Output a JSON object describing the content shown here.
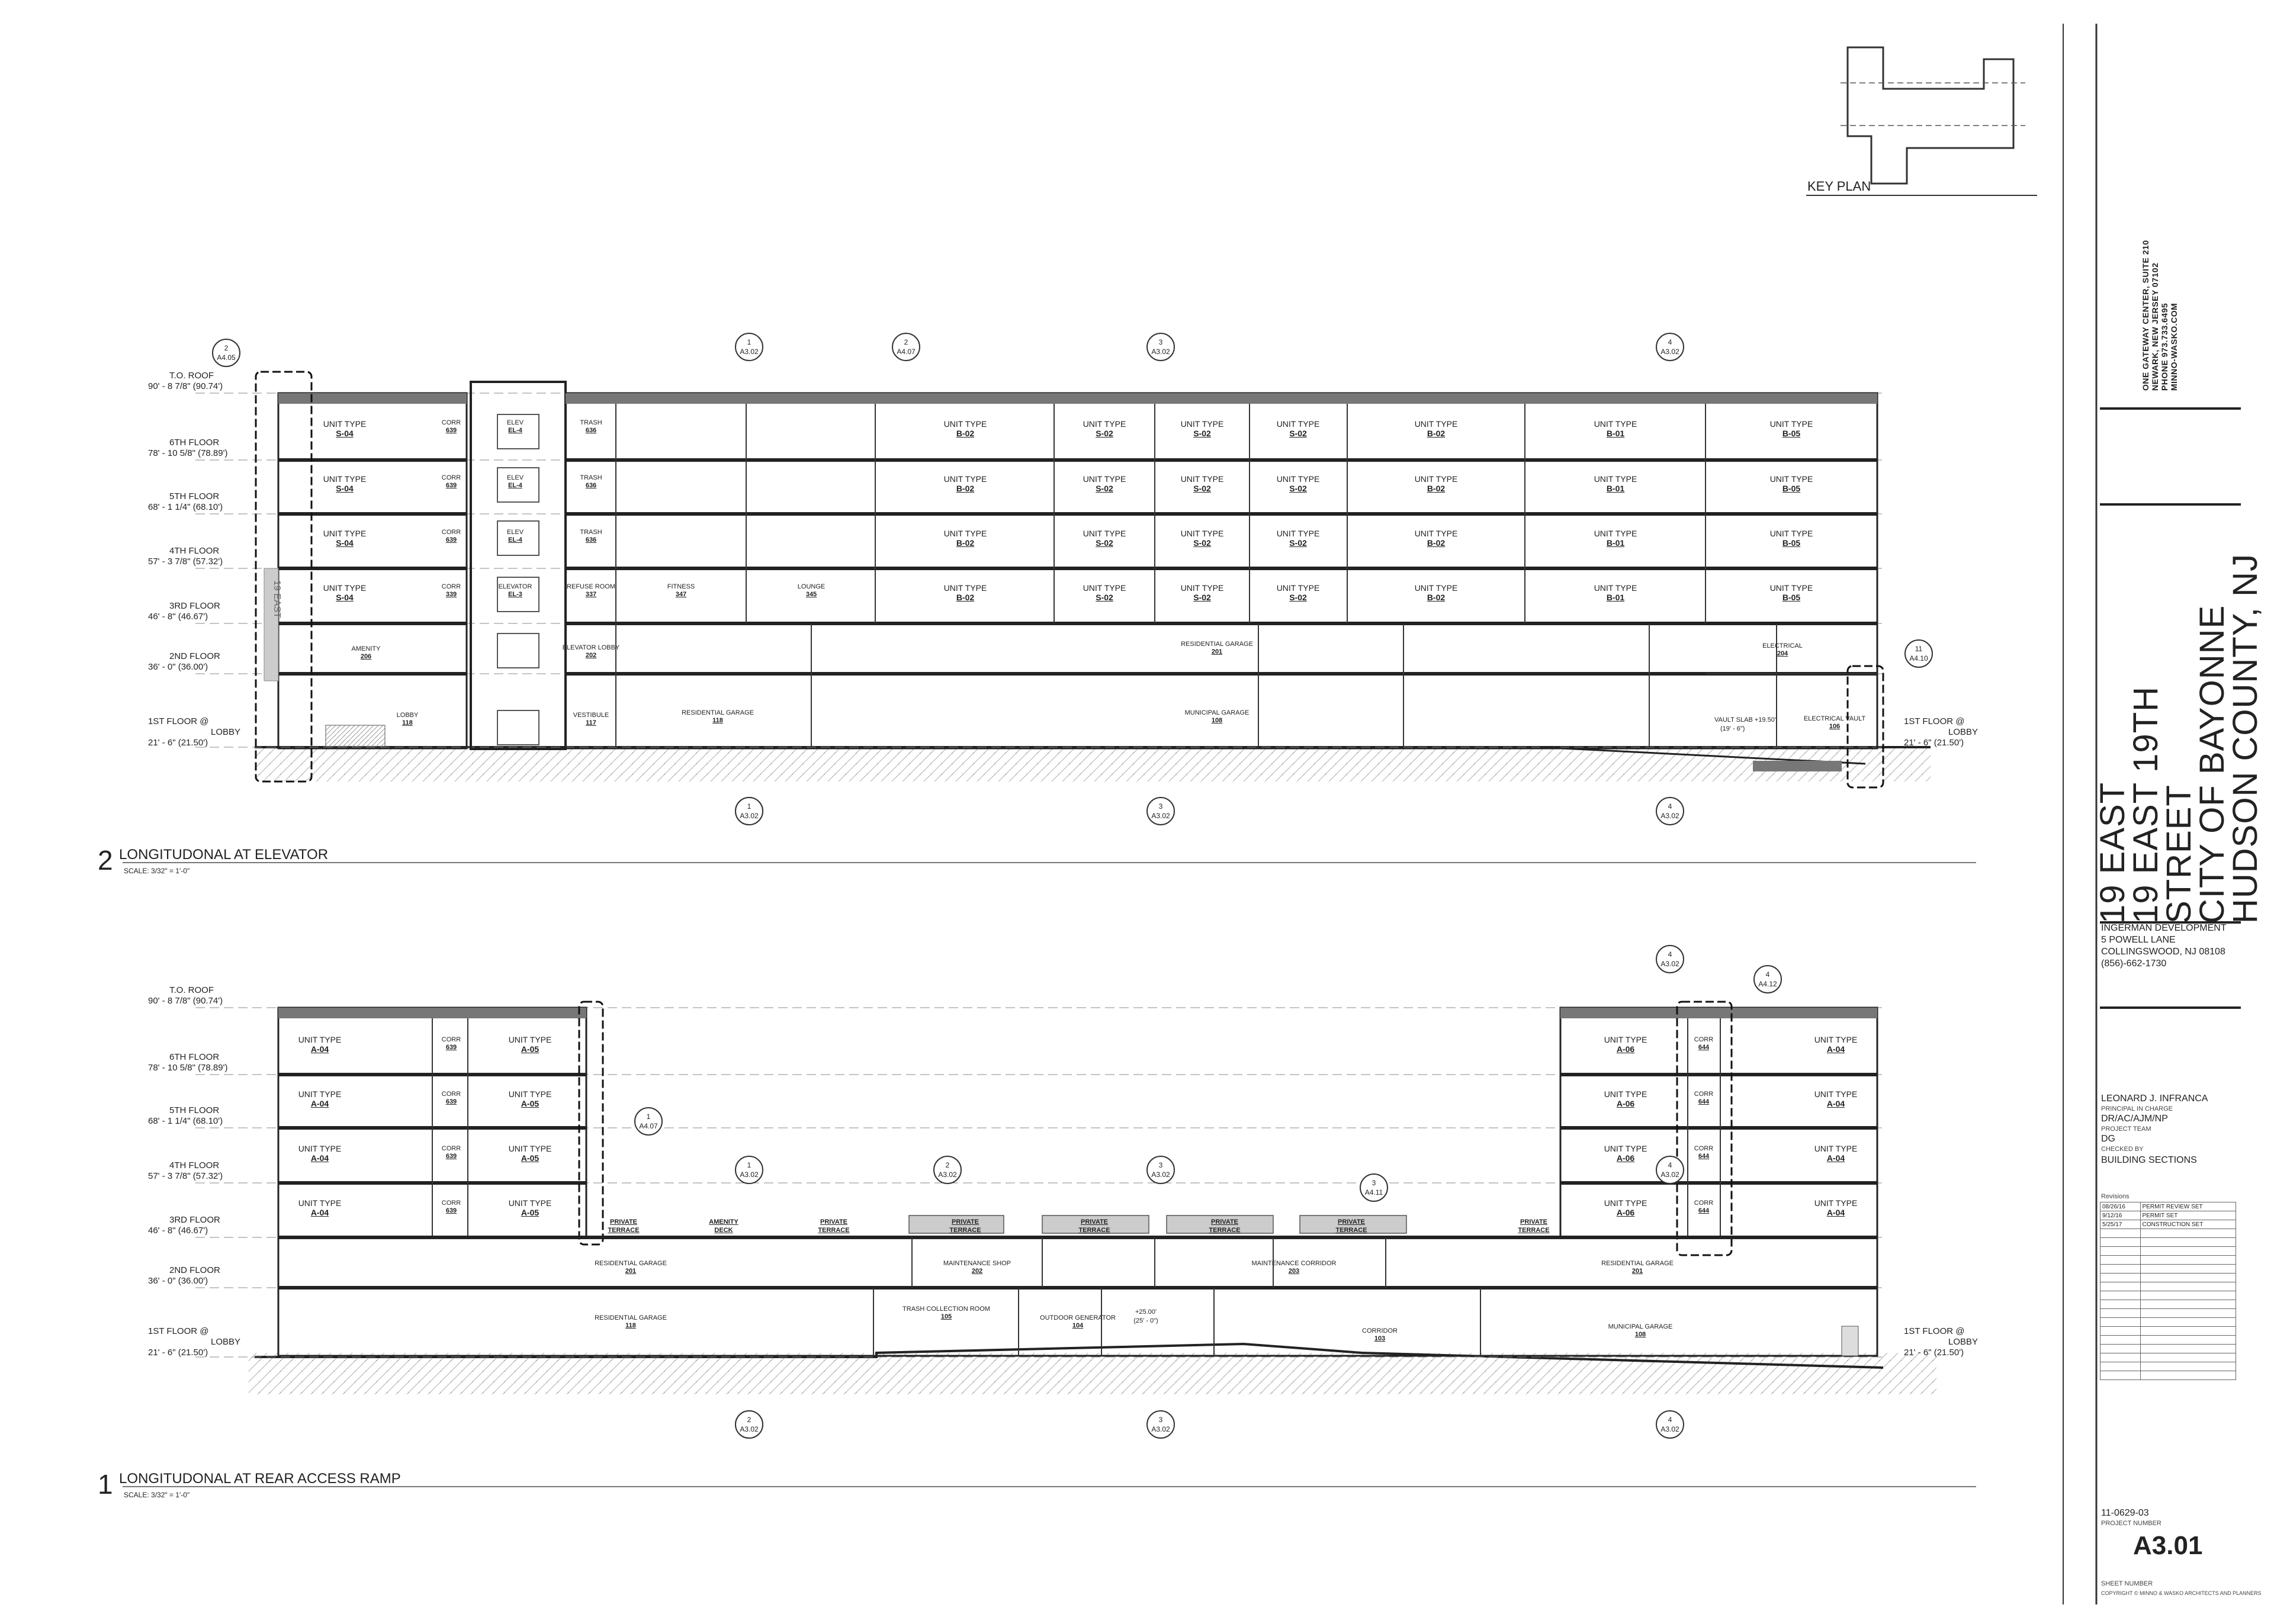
{
  "key_plan": {
    "label": "KEY PLAN"
  },
  "views": [
    {
      "number": "2",
      "title": "LONGITUDONAL AT ELEVATOR",
      "scale": "SCALE: 3/32\" = 1'-0\"",
      "levels": [
        {
          "name": "T.O. ROOF",
          "elev": "90' - 8 7/8\" (90.74')"
        },
        {
          "name": "6TH FLOOR",
          "elev": "78' - 10 5/8\" (78.89')"
        },
        {
          "name": "5TH FLOOR",
          "elev": "68' - 1 1/4\" (68.10')"
        },
        {
          "name": "4TH FLOOR",
          "elev": "57' - 3 7/8\" (57.32')"
        },
        {
          "name": "3RD FLOOR",
          "elev": "46' - 8\" (46.67')"
        },
        {
          "name": "2ND FLOOR",
          "elev": "36' - 0\" (36.00')"
        },
        {
          "name": "1ST FLOOR @",
          "name2": "LOBBY",
          "elev": "21' - 6\" (21.50')"
        }
      ],
      "right_level": {
        "name": "1ST FLOOR @",
        "name2": "LOBBY",
        "elev": "21' - 6\" (21.50')"
      },
      "upper_rooms": [
        [
          "UNIT TYPE",
          "S-04"
        ],
        [
          "CORR",
          "639"
        ],
        [
          "ELEV",
          "EL-4"
        ],
        [
          "TRASH",
          "636"
        ],
        [
          "",
          ""
        ],
        [
          "",
          ""
        ],
        [
          "UNIT TYPE",
          "B-02"
        ],
        [
          "UNIT TYPE",
          "S-02"
        ],
        [
          "UNIT TYPE",
          "S-02"
        ],
        [
          "UNIT TYPE",
          "S-02"
        ],
        [
          "UNIT TYPE",
          "B-02"
        ],
        [
          "UNIT TYPE",
          "B-01"
        ],
        [
          "UNIT TYPE",
          "B-05"
        ]
      ],
      "third_floor_rooms": [
        [
          "UNIT TYPE",
          "S-04"
        ],
        [
          "CORR",
          "339"
        ],
        [
          "ELEVATOR",
          "EL-3"
        ],
        [
          "REFUSE ROOM",
          "337"
        ],
        [
          "FITNESS",
          "347"
        ],
        [
          "LOUNGE",
          "345"
        ],
        [
          "UNIT TYPE",
          "B-02"
        ],
        [
          "UNIT TYPE",
          "S-02"
        ],
        [
          "UNIT TYPE",
          "S-02"
        ],
        [
          "UNIT TYPE",
          "S-02"
        ],
        [
          "UNIT TYPE",
          "B-02"
        ],
        [
          "UNIT TYPE",
          "B-01"
        ],
        [
          "UNIT TYPE",
          "B-05"
        ]
      ],
      "ground_labels": {
        "amenity": [
          "AMENITY",
          "206"
        ],
        "lobby": [
          "LOBBY",
          "118"
        ],
        "elev_lobby": [
          "ELEVATOR LOBBY",
          "202"
        ],
        "vestibule": [
          "VESTIBULE",
          "117"
        ],
        "res_garage": [
          "RESIDENTIAL GARAGE",
          "118"
        ],
        "res_garage_2": [
          "RESIDENTIAL GARAGE",
          "201"
        ],
        "muni_garage": [
          "MUNICIPAL GARAGE",
          "108"
        ],
        "electrical": [
          "ELECTRICAL",
          "204"
        ],
        "elec_vault": [
          "ELECTRICAL VAULT",
          "106"
        ],
        "vault_note": "VAULT SLAB +19.50'",
        "vault_note2": "(19' - 6\")",
        "sign": "19 EAST"
      },
      "section_tags": [
        {
          "n": "1",
          "ref": "A3.02"
        },
        {
          "n": "2",
          "ref": "A4.07"
        },
        {
          "n": "3",
          "ref": "A3.02"
        },
        {
          "n": "4",
          "ref": "A3.02"
        }
      ],
      "callouts": [
        {
          "n": "2",
          "ref": "A4.05"
        },
        {
          "n": "11",
          "ref": "A4.10"
        }
      ]
    },
    {
      "number": "1",
      "title": "LONGITUDONAL AT REAR ACCESS RAMP",
      "scale": "SCALE: 3/32\" = 1'-0\"",
      "levels": [
        {
          "name": "T.O. ROOF",
          "elev": "90' - 8 7/8\" (90.74')"
        },
        {
          "name": "6TH FLOOR",
          "elev": "78' - 10 5/8\" (78.89')"
        },
        {
          "name": "5TH FLOOR",
          "elev": "68' - 1 1/4\" (68.10')"
        },
        {
          "name": "4TH FLOOR",
          "elev": "57' - 3 7/8\" (57.32')"
        },
        {
          "name": "3RD FLOOR",
          "elev": "46' - 8\" (46.67')"
        },
        {
          "name": "2ND FLOOR",
          "elev": "36' - 0\" (36.00')"
        },
        {
          "name": "1ST FLOOR @",
          "name2": "LOBBY",
          "elev": "21' - 6\" (21.50')"
        }
      ],
      "right_level": {
        "name": "1ST FLOOR @",
        "name2": "LOBBY",
        "elev": "21' - 6\" (21.50')"
      },
      "left_wing": [
        [
          "UNIT TYPE",
          "A-04"
        ],
        [
          "CORR",
          "639"
        ],
        [
          "UNIT TYPE",
          "A-05"
        ]
      ],
      "right_wing": [
        [
          "UNIT TYPE",
          "A-06"
        ],
        [
          "CORR",
          "644"
        ],
        [
          "UNIT TYPE",
          "A-04"
        ]
      ],
      "terraces": [
        "PRIVATE TERRACE",
        "AMENITY DECK",
        "PRIVATE TERRACE",
        "PRIVATE TERRACE",
        "PRIVATE TERRACE",
        "PRIVATE TERRACE",
        "PRIVATE TERRACE",
        "PRIVATE TERRACE"
      ],
      "ground_labels": {
        "res_garage_l": [
          "RESIDENTIAL GARAGE",
          "201"
        ],
        "maint_shop": [
          "MAINTENANCE SHOP",
          "202"
        ],
        "maint_corr": [
          "MAINTENANCE CORRIDOR",
          "203"
        ],
        "res_garage_r": [
          "RESIDENTIAL GARAGE",
          "201"
        ],
        "res_garage_lower": [
          "RESIDENTIAL GARAGE",
          "118"
        ],
        "trash_room": [
          "TRASH COLLECTION ROOM",
          "105"
        ],
        "outdoor_gen": [
          "OUTDOOR GENERATOR",
          "104"
        ],
        "corridor": [
          "CORRIDOR",
          "103"
        ],
        "muni_garage": [
          "MUNICIPAL GARAGE",
          "108"
        ],
        "spot_elev": "+25.00'",
        "spot_elev2": "(25' - 0\")"
      },
      "section_tags": [
        {
          "n": "1",
          "ref": "A3.02"
        },
        {
          "n": "2",
          "ref": "A3.02"
        },
        {
          "n": "3",
          "ref": "A3.02"
        },
        {
          "n": "4",
          "ref": "A3.02"
        }
      ],
      "callouts": [
        {
          "n": "1",
          "ref": "A4.07"
        },
        {
          "n": "4",
          "ref": "A4.12"
        },
        {
          "n": "3",
          "ref": "A4.11"
        }
      ]
    }
  ],
  "title_block": {
    "firm": [
      "ONE GATEWAY CENTER, SUITE 210",
      "NEWARK, NEW JERSEY 07102",
      "PHONE 973.733.6495",
      "MINNO-WASKO.COM"
    ],
    "project": [
      "19 EAST",
      "19 EAST 19TH STREET",
      "CITY OF BAYONNE",
      "HUDSON COUNTY,  NJ"
    ],
    "client": [
      "INGERMAN DEVELOPMENT",
      "5 POWELL LANE",
      "COLLINGSWOOD, NJ 08108",
      "(856)-662-1730"
    ],
    "principal": "LEONARD J. INFRANCA",
    "principal_label": "PRINCIPAL IN CHARGE",
    "team": "DR/AC/AJM/NP",
    "team_label": "PROJECT TEAM",
    "checked": "DG",
    "checked_label": "CHECKED BY",
    "sheet_title": "BUILDING SECTIONS",
    "revisions_label": "Revisions",
    "revisions": [
      [
        "08/26/16",
        "PERMIT REVIEW SET"
      ],
      [
        "9/12/16",
        "PERMIT SET"
      ],
      [
        "5/25/17",
        "CONSTRUCTION SET"
      ]
    ],
    "project_number": "11-0629-03",
    "project_number_label": "PROJECT NUMBER",
    "sheet_number": "A3.01",
    "sheet_number_label": "SHEET NUMBER",
    "copyright": "COPYRIGHT © MINNO & WASKO ARCHITECTS AND PLANNERS"
  }
}
